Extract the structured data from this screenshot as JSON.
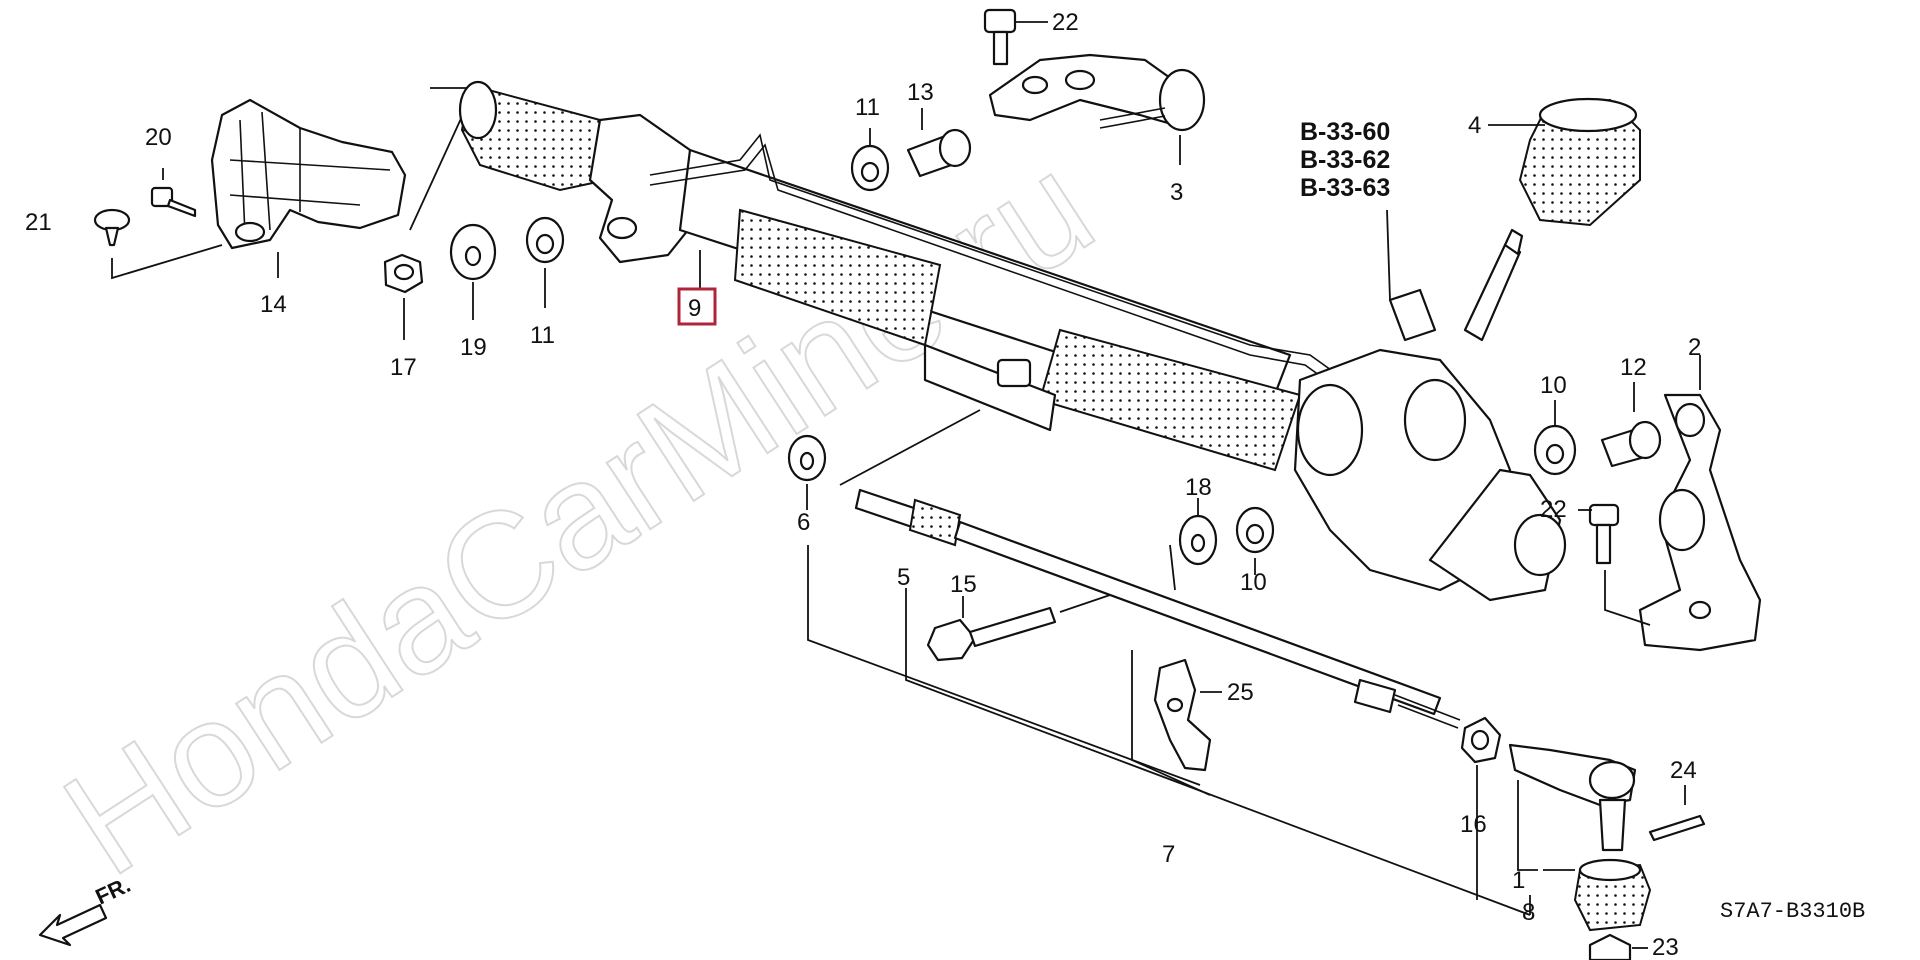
{
  "diagram": {
    "watermark": "HondaCarMine.ru",
    "diagram_code": "S7A7-B3310B",
    "direction_label": "FR.",
    "highlighted_part": "9",
    "reference_codes": [
      "B-33-60",
      "B-33-62",
      "B-33-63"
    ],
    "part_numbers": {
      "p1": "1",
      "p2": "2",
      "p3": "3",
      "p4": "4",
      "p5": "5",
      "p6": "6",
      "p7": "7",
      "p8": "8",
      "p9": "9",
      "p10a": "10",
      "p10b": "10",
      "p11a": "11",
      "p11b": "11",
      "p12": "12",
      "p13": "13",
      "p14": "14",
      "p15": "15",
      "p16": "16",
      "p17": "17",
      "p18": "18",
      "p19": "19",
      "p20": "20",
      "p21": "21",
      "p22a": "22",
      "p22b": "22",
      "p23": "23",
      "p24": "24",
      "p25": "25"
    },
    "colors": {
      "highlight_box": "#b0243a",
      "line": "#111111",
      "watermark": "#d8d8d8"
    }
  }
}
